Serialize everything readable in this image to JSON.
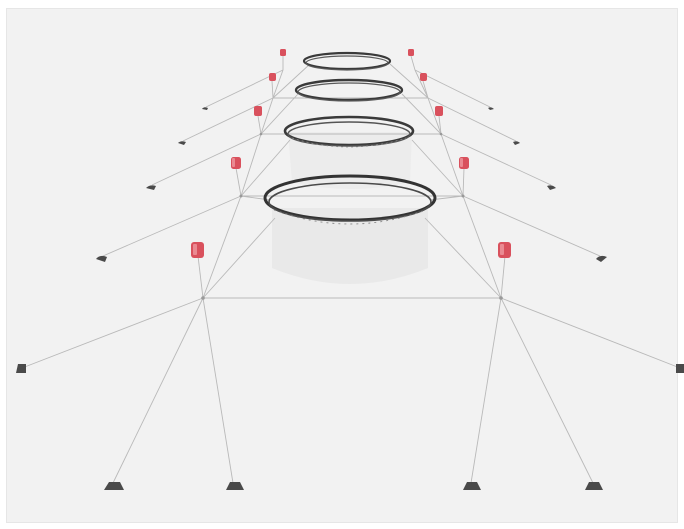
{
  "figure": {
    "subject": "mooring-system-render",
    "colors": {
      "background": "#f2f2f2",
      "line": "#b9b9b9",
      "ring": "#3a3a3a",
      "buoy": "#d9515d",
      "anchor": "#4a4a4a",
      "net": "#e4e4e4"
    },
    "ring_count": 4,
    "buoy_count": 10,
    "anchor_count": 14
  }
}
